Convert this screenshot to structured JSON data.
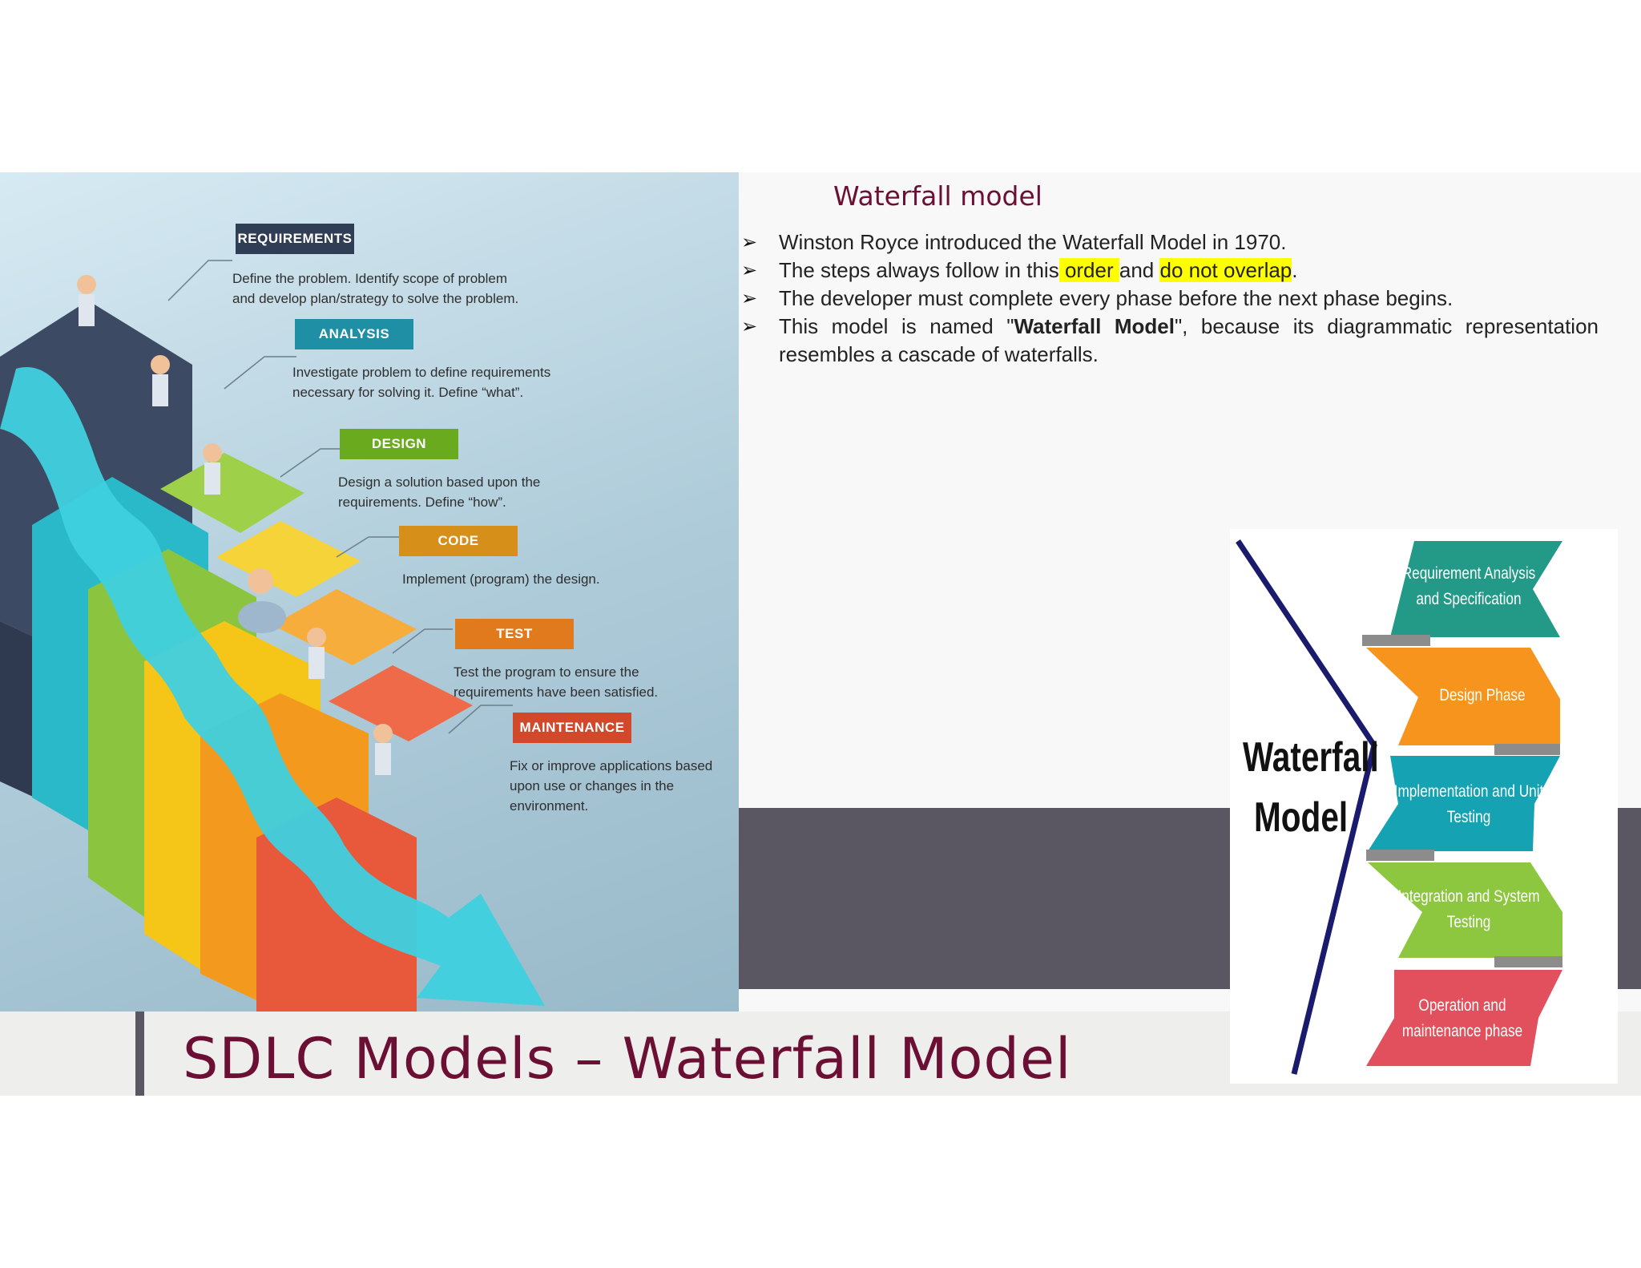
{
  "slide": {
    "title": "SDLC Models – Waterfall Model",
    "content_title": "Waterfall model",
    "bullets": [
      {
        "arrow": "➢",
        "parts": [
          {
            "text": "Winston Royce introduced the Waterfall Model in 1970.",
            "style": "normal"
          }
        ]
      },
      {
        "arrow": "➢",
        "parts": [
          {
            "text": "The steps always follow in this",
            "style": "normal"
          },
          {
            "text": " order ",
            "style": "highlight"
          },
          {
            "text": "and ",
            "style": "normal"
          },
          {
            "text": "do not overlap",
            "style": "highlight"
          },
          {
            "text": ".",
            "style": "normal"
          }
        ]
      },
      {
        "arrow": "➢",
        "parts": [
          {
            "text": "The developer must complete every phase before the next phase begins.",
            "style": "normal"
          }
        ]
      },
      {
        "arrow": "➢",
        "parts": [
          {
            "text": " This model is named \"",
            "style": "normal"
          },
          {
            "text": "Waterfall Model",
            "style": "bold"
          },
          {
            "text": "\", because its diagrammatic representation resembles a cascade of waterfalls.",
            "style": "normal"
          }
        ]
      }
    ]
  },
  "staircase_image": {
    "phases": [
      {
        "label": "REQUIREMENTS",
        "color": "#2f3e55",
        "description": "Define the problem. Identify scope of problem and develop plan/strategy to solve the problem."
      },
      {
        "label": "ANALYSIS",
        "color": "#1f8fa6",
        "description": "Investigate problem to define requirements necessary for solving it. Define “what”."
      },
      {
        "label": "DESIGN",
        "color": "#6aaa1e",
        "description": "Design a solution based upon the requirements. Define “how”."
      },
      {
        "label": "CODE",
        "color": "#d6901a",
        "description": "Implement (program) the design."
      },
      {
        "label": "TEST",
        "color": "#e07a1c",
        "description": "Test the program to ensure the requirements have been satisfied."
      },
      {
        "label": "MAINTENANCE",
        "color": "#d2482a",
        "description": "Fix or improve applications based upon use or changes in the environment."
      }
    ]
  },
  "waterfall_diagram": {
    "title_line1": "Waterfall",
    "title_line2": "Model",
    "stages": [
      {
        "label": "Requirement Analysis and Specification",
        "color": "#239a87"
      },
      {
        "label": "Design Phase",
        "color": "#f7941d"
      },
      {
        "label": "Implementation and Unit Testing",
        "color": "#15a3b3"
      },
      {
        "label": "Integration and System Testing",
        "color": "#8dc63f"
      },
      {
        "label": "Operation and maintenance phase",
        "color": "#e2505d"
      }
    ]
  }
}
